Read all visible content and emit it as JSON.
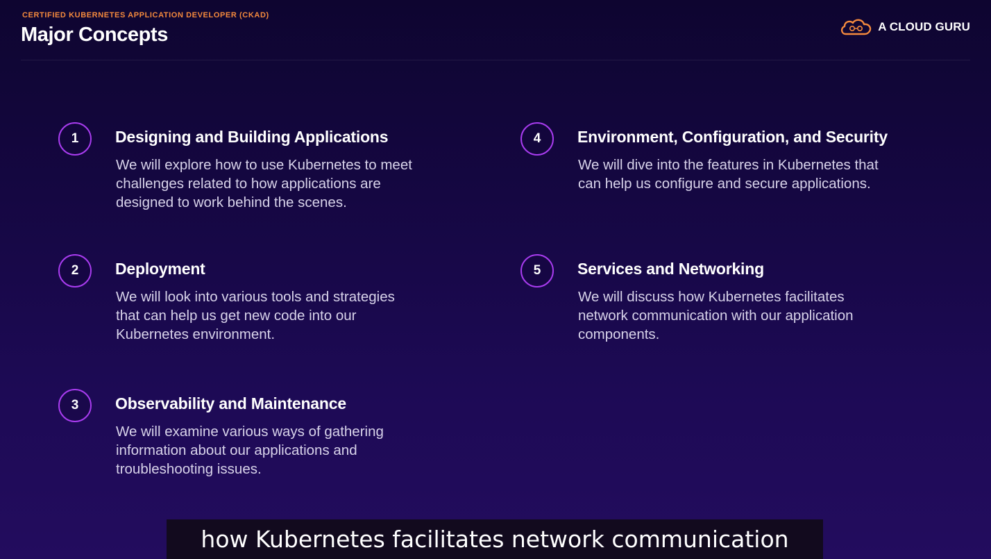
{
  "header": {
    "eyebrow": "CERTIFIED KUBERNETES APPLICATION DEVELOPER (CKAD)",
    "title": "Major Concepts",
    "logo": {
      "icon": "cloud-logo-icon",
      "text": "A CLOUD GURU",
      "accent": "#f58a3d"
    }
  },
  "concepts": [
    {
      "number": "1",
      "title": "Designing and Building Applications",
      "description": "We will explore how to use Kubernetes to meet\nchallenges related to how applications are\ndesigned to work behind the scenes."
    },
    {
      "number": "2",
      "title": "Deployment",
      "description": "We will look into various tools and strategies\nthat can help us get new code into our\nKubernetes environment."
    },
    {
      "number": "3",
      "title": "Observability and Maintenance",
      "description": "We will examine various ways of gathering\ninformation about our applications and\ntroubleshooting issues."
    },
    {
      "number": "4",
      "title": "Environment, Configuration, and Security",
      "description": "We will dive into the features in Kubernetes that\ncan help us configure and secure applications."
    },
    {
      "number": "5",
      "title": "Services and Networking",
      "description": "We will discuss how Kubernetes facilitates\nnetwork communication with our application\ncomponents."
    }
  ],
  "caption": "how Kubernetes facilitates network communication",
  "colors": {
    "circle_border": "#a93cf0",
    "eyebrow": "#f58a3d",
    "background_top": "#0e0530",
    "background_bottom": "#230c5e"
  }
}
